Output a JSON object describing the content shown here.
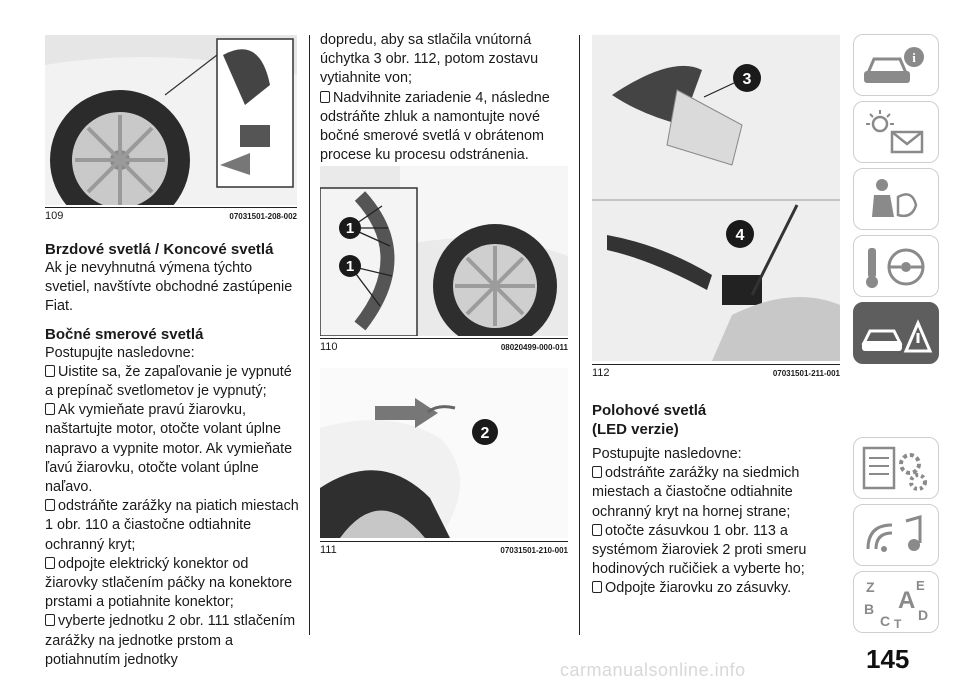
{
  "figures": {
    "fig109": {
      "number": "109",
      "code": "07031501-208-002"
    },
    "fig110": {
      "number": "110",
      "code": "08020499-000-011",
      "callouts": [
        "1",
        "1"
      ]
    },
    "fig111": {
      "number": "111",
      "code": "07031501-210-001",
      "callouts": [
        "2"
      ]
    },
    "fig112": {
      "number": "112",
      "code": "07031501-211-001",
      "callouts": [
        "3",
        "4"
      ]
    }
  },
  "col1": {
    "heading1": "Brzdové svetlá / Koncové svetlá",
    "para1": "Ak je nevyhnutná výmena týchto svetiel, navštívte obchodné zastúpenie Fiat.",
    "heading2": "Bočné smerové svetlá",
    "intro": "Postupujte nasledovne:",
    "b1": "Uistite sa, že zapaľovanie je vypnuté a prepínač svetlometov je vypnutý;",
    "b2": "Ak vymieňate pravú žiarovku, naštartujte motor, otočte volant úplne napravo a vypnite motor. Ak vymieňate ľavú žiarovku, otočte volant úplne naľavo.",
    "b3": "odstráňte zarážky na piatich miestach 1 obr. 110 a čiastočne odtiahnite ochranný kryt;",
    "b4": "odpojte elektrický konektor od žiarovky stlačením páčky na konektore prstami a potiahnite konektor;",
    "b5": "vyberte jednotku 2 obr. 111 stlačením zarážky na jednotke prstom a potiahnutím jednotky"
  },
  "col2": {
    "cont": "dopredu, aby sa stlačila vnútorná úchytka 3 obr. 112, potom zostavu vytiahnite von;",
    "b6": "Nadvihnite zariadenie 4, následne odstráňte zhluk a namontujte nové bočné smerové svetlá v obrátenom procese ku procesu odstránenia."
  },
  "col3": {
    "heading": "Polohové svetlá",
    "heading_sub": "(LED verzie)",
    "intro": "Postupujte nasledovne:",
    "b1": "odstráňte zarážky na siedmich miestach a čiastočne odtiahnite ochranný kryt na hornej strane;",
    "b2": "otočte zásuvkou 1 obr. 113 a systémom žiaroviek 2 proti smeru hodinových ručičiek a vyberte ho;",
    "b3": "Odpojte žiarovku zo zásuvky."
  },
  "sidebar": {
    "tabs": [
      {
        "icon": "car-info-icon"
      },
      {
        "icon": "dashboard-lights-icon"
      },
      {
        "icon": "safety-airbag-icon"
      },
      {
        "icon": "steering-key-icon"
      },
      {
        "icon": "emergency-car-icon",
        "active": true
      },
      {
        "icon": "maintenance-gears-icon"
      },
      {
        "icon": "multimedia-icon"
      },
      {
        "icon": "index-letters-icon",
        "letters": [
          "Z",
          "E",
          "B",
          "A",
          "C",
          "T",
          "D"
        ]
      }
    ]
  },
  "page_number": "145",
  "watermark": "carmanualsonline.info",
  "colors": {
    "active_tab": "#5e5e5e",
    "tab_icon": "#8a8a8a"
  }
}
